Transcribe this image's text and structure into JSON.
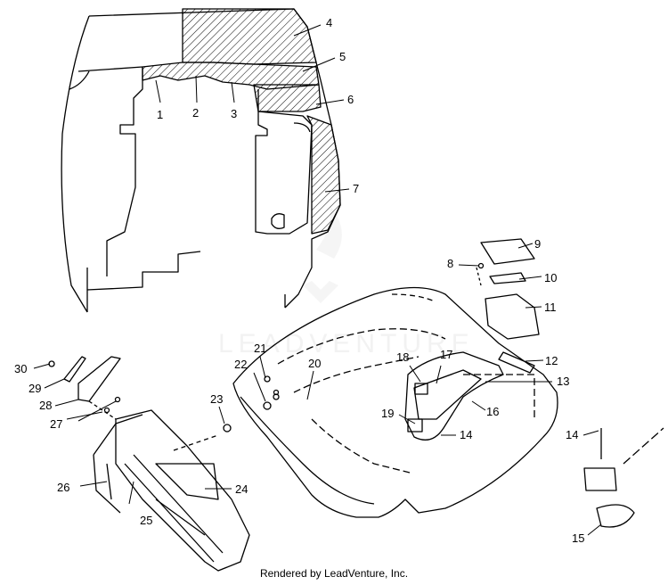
{
  "watermark": "LEADVENTURE",
  "credit": "Rendered by LeadVenture, Inc.",
  "callouts": [
    "1",
    "2",
    "3",
    "4",
    "5",
    "6",
    "7",
    "8",
    "9",
    "10",
    "11",
    "12",
    "13",
    "14",
    "14",
    "15",
    "16",
    "17",
    "18",
    "19",
    "20",
    "21",
    "22",
    "23",
    "24",
    "25",
    "26",
    "27",
    "28",
    "29",
    "30"
  ],
  "colors": {
    "line": "#000000",
    "hatch": "#000000",
    "watermark": "#e6e6e6"
  }
}
